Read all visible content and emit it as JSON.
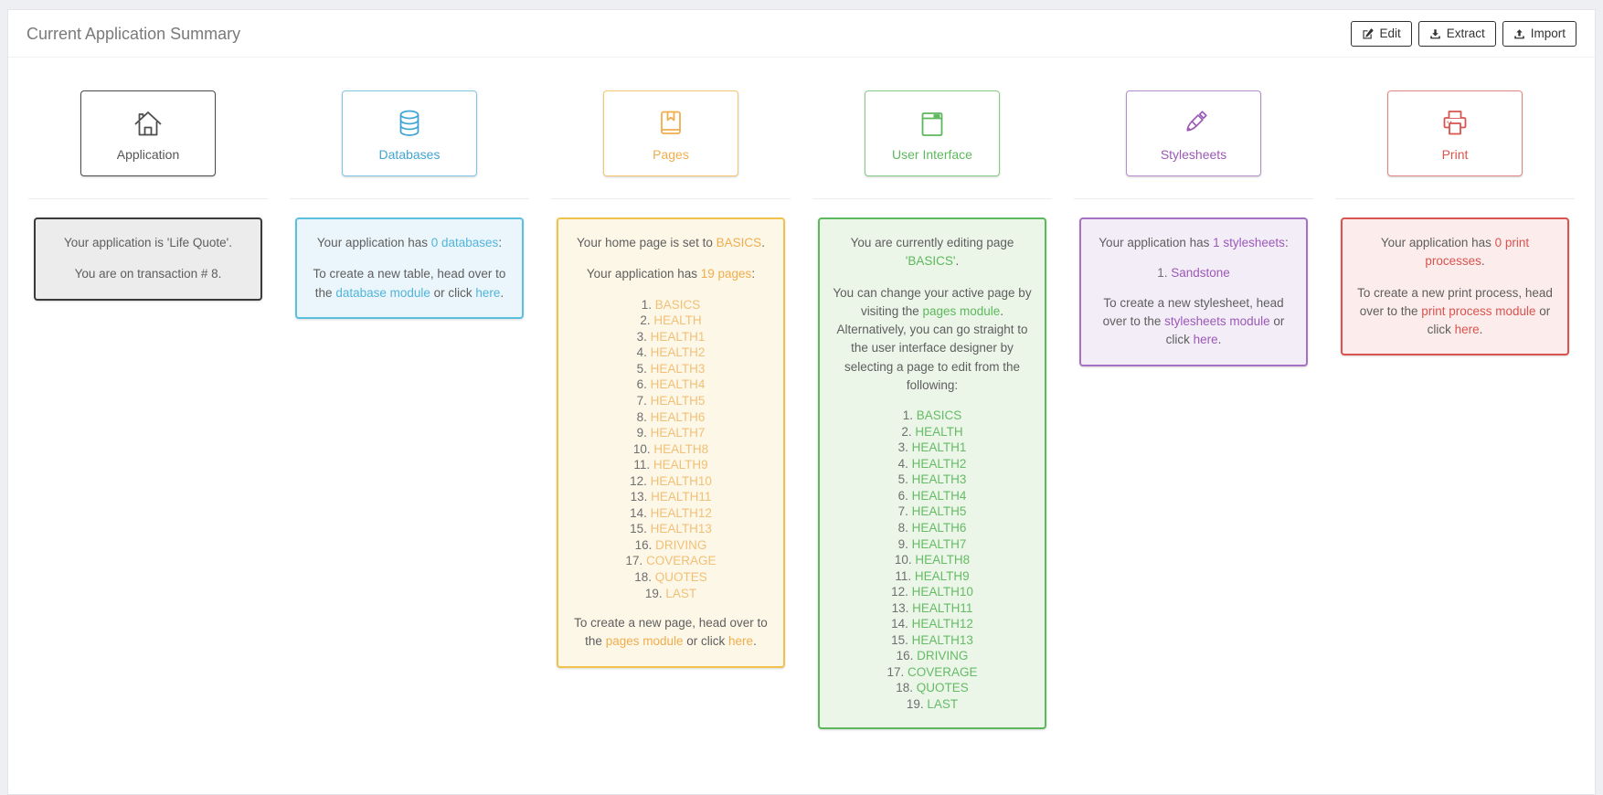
{
  "header": {
    "title": "Current Application Summary",
    "buttons": [
      {
        "id": "edit",
        "label": "Edit",
        "icon": "edit-icon"
      },
      {
        "id": "extract",
        "label": "Extract",
        "icon": "download-icon"
      },
      {
        "id": "import",
        "label": "Import",
        "icon": "upload-icon"
      }
    ]
  },
  "columns": [
    {
      "id": "application",
      "label": "Application",
      "icon": "home-icon",
      "colors": {
        "accent": "#555555",
        "card_border": "#4a4a4a",
        "panel_border": "#3a3a3a",
        "panel_bg": "#ececec",
        "link": "#4e4e4e",
        "list_link": "#4e4e4e"
      },
      "blocks": [
        {
          "type": "p",
          "segments": [
            {
              "text": "Your application is 'Life Quote'."
            }
          ]
        },
        {
          "type": "p",
          "segments": [
            {
              "text": "You are on transaction # 8."
            }
          ]
        }
      ]
    },
    {
      "id": "databases",
      "label": "Databases",
      "icon": "database-icon",
      "colors": {
        "accent": "#42a5d3",
        "card_border": "#7fc6e2",
        "panel_border": "#5bc0de",
        "panel_bg": "#eaf6fb",
        "link": "#52b4dc",
        "list_link": "#52b4dc"
      },
      "blocks": [
        {
          "type": "p",
          "segments": [
            {
              "text": "Your application has "
            },
            {
              "text": "0 databases",
              "link": true
            },
            {
              "text": ":"
            }
          ]
        },
        {
          "type": "p",
          "segments": [
            {
              "text": "To create a new table, head over to the "
            },
            {
              "text": "database module",
              "link": true
            },
            {
              "text": " or click "
            },
            {
              "text": "here",
              "link": true
            },
            {
              "text": "."
            }
          ]
        }
      ]
    },
    {
      "id": "pages",
      "label": "Pages",
      "icon": "book-icon",
      "colors": {
        "accent": "#f0ad4e",
        "card_border": "#f3c66f",
        "panel_border": "#f0c24b",
        "panel_bg": "#fdf7e7",
        "link": "#f0ad4e",
        "list_link": "#f1c077"
      },
      "blocks": [
        {
          "type": "p",
          "segments": [
            {
              "text": "Your home page is set to "
            },
            {
              "text": "BASICS",
              "link": true
            },
            {
              "text": "."
            }
          ]
        },
        {
          "type": "p",
          "segments": [
            {
              "text": "Your application has "
            },
            {
              "text": "19 pages",
              "link": true
            },
            {
              "text": ":"
            }
          ]
        },
        {
          "type": "list",
          "items": [
            "BASICS",
            "HEALTH",
            "HEALTH1",
            "HEALTH2",
            "HEALTH3",
            "HEALTH4",
            "HEALTH5",
            "HEALTH6",
            "HEALTH7",
            "HEALTH8",
            "HEALTH9",
            "HEALTH10",
            "HEALTH11",
            "HEALTH12",
            "HEALTH13",
            "DRIVING",
            "COVERAGE",
            "QUOTES",
            "LAST"
          ]
        },
        {
          "type": "p",
          "segments": [
            {
              "text": "To create a new page, head over to the "
            },
            {
              "text": "pages module",
              "link": true
            },
            {
              "text": " or click "
            },
            {
              "text": "here",
              "link": true
            },
            {
              "text": "."
            }
          ]
        }
      ]
    },
    {
      "id": "user-interface",
      "label": "User Interface",
      "icon": "window-icon",
      "colors": {
        "accent": "#5cb85c",
        "card_border": "#85cb85",
        "panel_border": "#5cb85c",
        "panel_bg": "#ebf6e8",
        "link": "#5cb85c",
        "list_link": "#66bb66"
      },
      "blocks": [
        {
          "type": "p",
          "segments": [
            {
              "text": "You are currently editing page "
            },
            {
              "text": "'BASICS'",
              "link": true
            },
            {
              "text": "."
            }
          ]
        },
        {
          "type": "p",
          "segments": [
            {
              "text": "You can change your active page by visiting the "
            },
            {
              "text": "pages module",
              "link": true
            },
            {
              "text": ". Alternatively, you can go straight to the user interface designer by selecting a page to edit from the following:"
            }
          ]
        },
        {
          "type": "list",
          "items": [
            "BASICS",
            "HEALTH",
            "HEALTH1",
            "HEALTH2",
            "HEALTH3",
            "HEALTH4",
            "HEALTH5",
            "HEALTH6",
            "HEALTH7",
            "HEALTH8",
            "HEALTH9",
            "HEALTH10",
            "HEALTH11",
            "HEALTH12",
            "HEALTH13",
            "DRIVING",
            "COVERAGE",
            "QUOTES",
            "LAST"
          ]
        }
      ]
    },
    {
      "id": "stylesheets",
      "label": "Stylesheets",
      "icon": "brush-icon",
      "colors": {
        "accent": "#9b59b6",
        "card_border": "#b58ecb",
        "panel_border": "#a671c2",
        "panel_bg": "#f3edf8",
        "link": "#9b59b6",
        "list_link": "#9b59b6"
      },
      "blocks": [
        {
          "type": "p",
          "segments": [
            {
              "text": "Your application has "
            },
            {
              "text": "1 stylesheets",
              "link": true
            },
            {
              "text": ":"
            }
          ]
        },
        {
          "type": "list",
          "items": [
            "Sandstone"
          ]
        },
        {
          "type": "p",
          "segments": [
            {
              "text": "To create a new stylesheet, head over to the "
            },
            {
              "text": "stylesheets module",
              "link": true
            },
            {
              "text": " or click "
            },
            {
              "text": "here",
              "link": true
            },
            {
              "text": "."
            }
          ]
        }
      ]
    },
    {
      "id": "print",
      "label": "Print",
      "icon": "printer-icon",
      "colors": {
        "accent": "#d9534f",
        "card_border": "#e08683",
        "panel_border": "#d9534f",
        "panel_bg": "#fceceb",
        "link": "#d9534f",
        "list_link": "#d9534f"
      },
      "blocks": [
        {
          "type": "p",
          "segments": [
            {
              "text": "Your application has "
            },
            {
              "text": "0 print processes",
              "link": true
            },
            {
              "text": "."
            }
          ]
        },
        {
          "type": "p",
          "segments": [
            {
              "text": "To create a new print process, head over to the "
            },
            {
              "text": "print process module",
              "link": true
            },
            {
              "text": " or click "
            },
            {
              "text": "here",
              "link": true
            },
            {
              "text": "."
            }
          ]
        }
      ]
    }
  ]
}
